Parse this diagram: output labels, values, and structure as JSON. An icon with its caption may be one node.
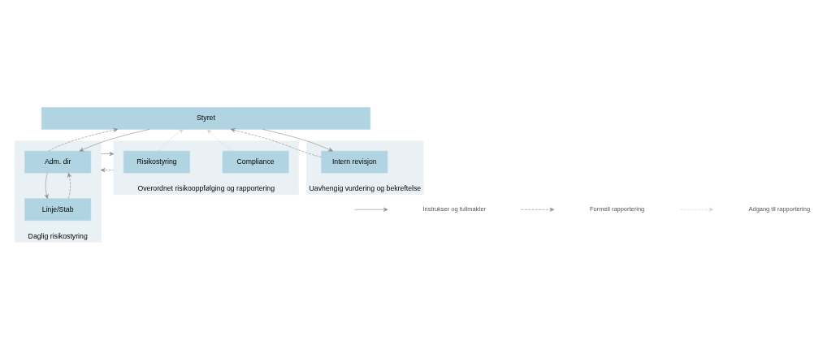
{
  "diagram": {
    "nodes": [
      {
        "text": [
          "Styret"
        ]
      },
      {
        "text": [
          "Daglig risikostyring"
        ]
      },
      {
        "text": [
          "Adm. dir"
        ],
        "in": 1
      },
      {
        "text": [
          "Linje/Stab"
        ],
        "in": 1
      },
      {
        "text": [
          "Overordnet risikooppfølging og rapportering"
        ]
      },
      {
        "text": [
          "Risikostyring"
        ],
        "in": 4
      },
      {
        "text": [
          "Compliance"
        ],
        "in": 4
      },
      {
        "text": [
          "Uavhengig vurdering og bekreftelse"
        ]
      },
      {
        "text": [
          "Intern revisjon"
        ],
        "in": 7
      }
    ],
    "edges": [
      {
        "from": 2,
        "to": 0,
        "arrow": "to",
        "style": "dashed"
      },
      {
        "from": 0,
        "to": 2,
        "arrow": "to"
      },
      {
        "from": 3,
        "to": 2,
        "arrow": "to",
        "style": "dashed"
      },
      {
        "from": 2,
        "to": 3,
        "arrow": "to"
      },
      {
        "from": 4,
        "to": 1,
        "arrow": "to",
        "style": "dashed"
      },
      {
        "from": 1,
        "to": 4,
        "arrow": "to"
      },
      {
        "from": 5,
        "to": 0,
        "arrow": "to",
        "style": "dashed",
        "color": "#d6d3cc"
      },
      {
        "from": 6,
        "to": 0,
        "arrow": "to",
        "style": "dashed",
        "color": "#d6d3cc"
      },
      {
        "from": 8,
        "to": 0,
        "arrow": "to",
        "style": "dashed"
      },
      {
        "from": 0,
        "to": 8,
        "arrow": "to"
      }
    ],
    "legend": [
      {
        "text": "Instrukser og fullmakter"
      },
      {
        "text": "Formell rapportering"
      },
      {
        "text": "Adgang til rapportering"
      }
    ]
  }
}
